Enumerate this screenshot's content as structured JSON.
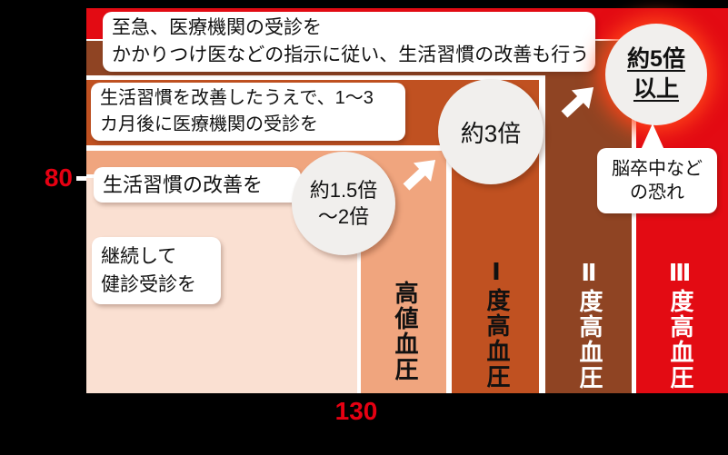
{
  "chart_data": {
    "type": "area",
    "title": "",
    "x_tick_labels": [
      "130"
    ],
    "y_tick_labels": [
      "80"
    ],
    "categories": [
      "高値血圧",
      "Ⅰ度高血圧",
      "Ⅱ度高血圧",
      "Ⅲ度高血圧"
    ],
    "risk_multipliers": [
      "約1.5倍〜2倍",
      "約3倍",
      "約5倍以上"
    ],
    "annotations": [
      "至急、医療機関の受診を かかりつけ医などの指示に従い、生活習慣の改善も行う",
      "生活習慣を改善したうえで、1〜3カ月後に医療機関の受診を",
      "生活習慣の改善を",
      "継続して健診受診を",
      "脳卒中などの恐れ"
    ],
    "legend_position": "none",
    "grid": false
  },
  "axes": {
    "y_tick": "80",
    "x_tick": "130"
  },
  "boxes": {
    "urgent": {
      "l1": "至急、医療機関の受診を",
      "l2": "かかりつけ医などの指示に従い、生活習慣の改善も行う"
    },
    "months": {
      "l1": "生活習慣を改善したうえで、1〜3",
      "l2": "カ月後に医療機関の受診を"
    },
    "lifestyle": {
      "l1": "生活習慣の改善を"
    },
    "checkup": {
      "l1": "継続して",
      "l2": "健診受診を"
    }
  },
  "circles": {
    "c1": {
      "l1": "約1.5倍",
      "l2": "〜2倍"
    },
    "c2": {
      "l1": "約3倍"
    },
    "c3": {
      "l1": "約5倍",
      "l2": "以上"
    }
  },
  "bubble": {
    "l1": "脳卒中など",
    "l2": "の恐れ"
  },
  "bands": {
    "kochi": {
      "label": "高値血圧",
      "color": "#F0A57E"
    },
    "g1": {
      "label": "Ⅰ度高血圧",
      "color": "#C05121"
    },
    "g2": {
      "label": "Ⅱ度高血圧",
      "color": "#8F4423"
    },
    "g3": {
      "label": "Ⅲ度高血圧",
      "color": "#E30B13"
    }
  },
  "colors": {
    "normal_area": "#FAE0D2",
    "axis_text": "#E60012",
    "circle_bg": "#F1EFED",
    "background": "#000000",
    "separator": "#FFFFFF"
  }
}
